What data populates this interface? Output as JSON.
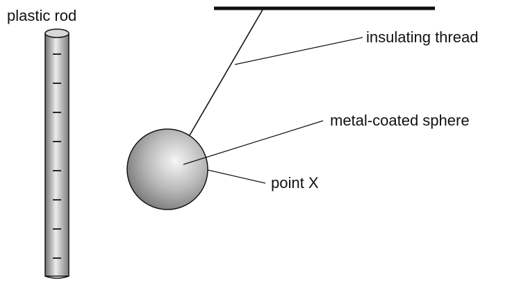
{
  "labels": {
    "plastic_rod": "plastic rod",
    "insulating_thread": "insulating thread",
    "metal_sphere": "metal-coated sphere",
    "point_x": "point X"
  },
  "rod": {
    "charge_marks": [
      "–",
      "–",
      "–",
      "–",
      "–",
      "–",
      "–",
      "–"
    ]
  },
  "colors": {
    "ink": "#111111",
    "rod_dark": "#6f6f6f",
    "rod_light": "#ececec",
    "sphere_light": "#f4f4f4",
    "sphere_dark": "#7a7a7a"
  }
}
